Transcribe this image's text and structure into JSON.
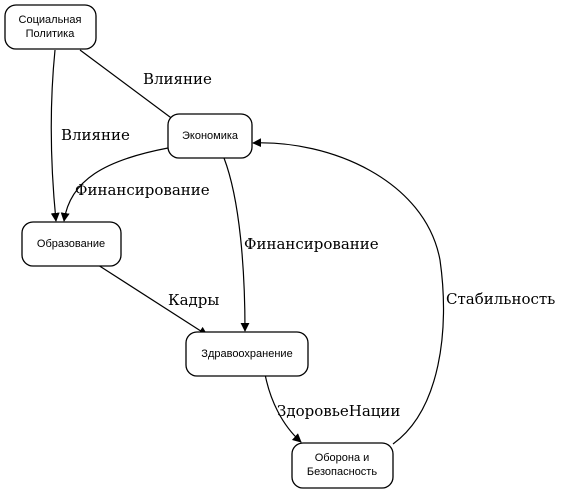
{
  "nodes": {
    "social_policy": {
      "line1": "Социальная",
      "line2": "Политика"
    },
    "economy": {
      "label": "Экономика"
    },
    "education": {
      "label": "Образование"
    },
    "healthcare": {
      "label": "Здравоохранение"
    },
    "defense": {
      "line1": "Оборона и",
      "line2": "Безопасность"
    }
  },
  "edges": {
    "social_to_economy": "Влияние",
    "social_to_education": "Влияние",
    "economy_to_education": "Финансирование",
    "economy_to_healthcare": "Финансирование",
    "education_to_healthcare": "Кадры",
    "healthcare_to_defense": "ЗдоровьеНации",
    "defense_to_economy": "Стабильность"
  }
}
